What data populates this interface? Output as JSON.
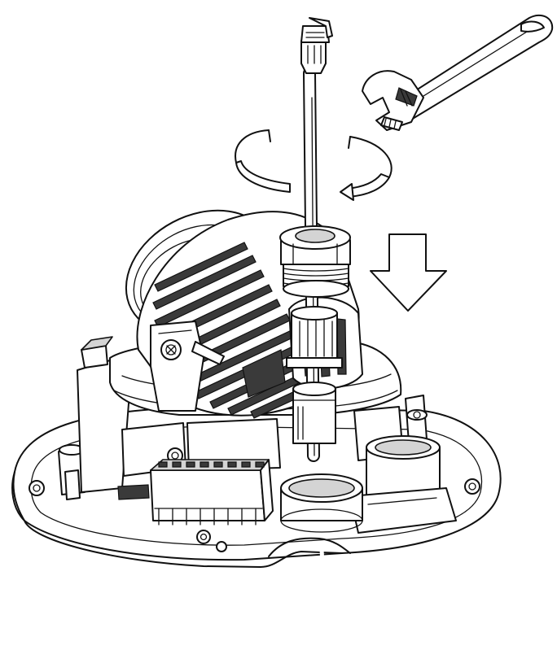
{
  "figure": {
    "palette": {
      "line": "#111111",
      "shade": "#d4d4d4",
      "dark": "#3a3a3a",
      "background": "#ffffff"
    },
    "parts": [
      {
        "id": "rj45-plug",
        "icon": "rj45-connector-icon"
      },
      {
        "id": "ethernet-cable",
        "icon": "cable-icon"
      },
      {
        "id": "adjustable-wrench",
        "icon": "wrench-icon"
      },
      {
        "id": "rotation-arrow",
        "icon": "rotate-clockwise-icon"
      },
      {
        "id": "push-down-arrow",
        "icon": "arrow-down-icon"
      },
      {
        "id": "cable-gland-nut",
        "icon": "gland-nut-icon"
      },
      {
        "id": "camera-module",
        "icon": "camera-lens-icon"
      },
      {
        "id": "terminal-block",
        "icon": "terminal-block-icon"
      },
      {
        "id": "base-plate",
        "icon": "base-plate-icon"
      }
    ]
  }
}
